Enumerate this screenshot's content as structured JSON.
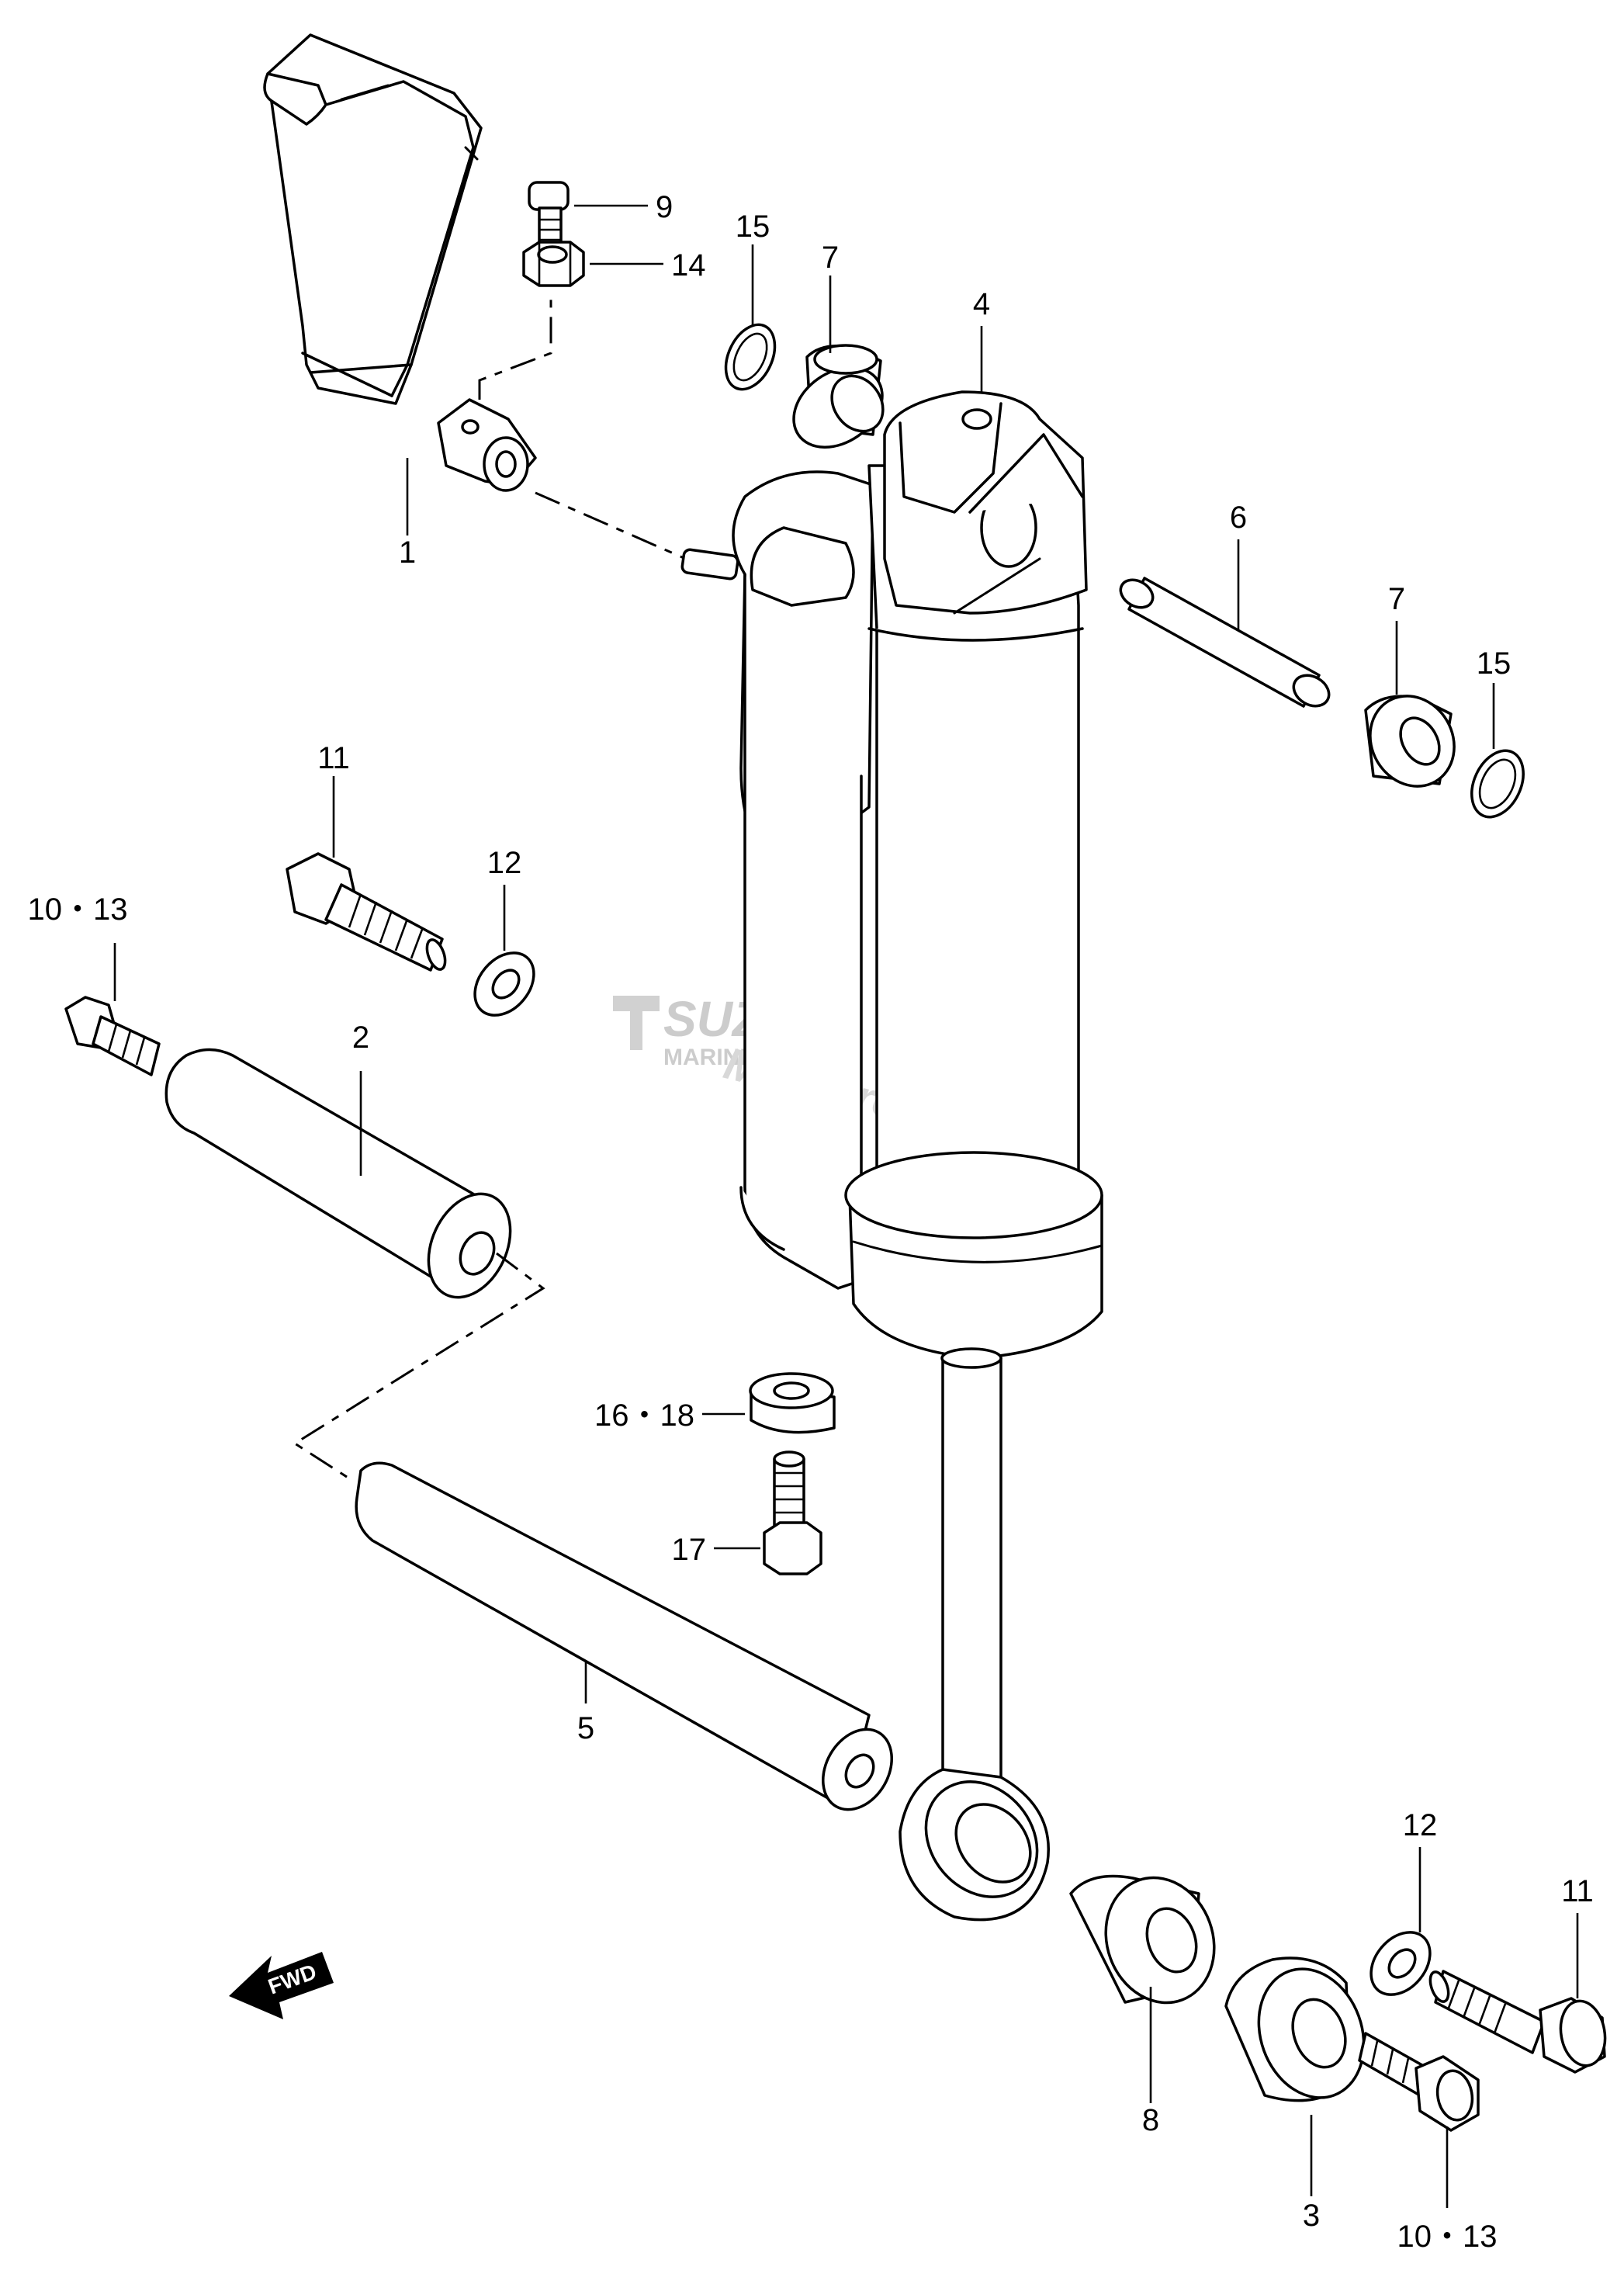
{
  "diagram": {
    "callouts": {
      "c1": "1",
      "c2": "2",
      "c3": "3",
      "c4": "4",
      "c5": "5",
      "c6": "6",
      "c7a": "7",
      "c7b": "7",
      "c8": "8",
      "c9": "9",
      "c10_13a": "10・13",
      "c10_13b": "10・13",
      "c11a": "11",
      "c11b": "11",
      "c12a": "12",
      "c12b": "12",
      "c14": "14",
      "c15a": "15",
      "c15b": "15",
      "c16_18": "16・18",
      "c17": "17"
    },
    "fwd_badge": "FWD",
    "watermark": {
      "brand": "SUZUKI",
      "sub": "MARINE PARTS",
      "site": "Motogroup.nl"
    }
  }
}
